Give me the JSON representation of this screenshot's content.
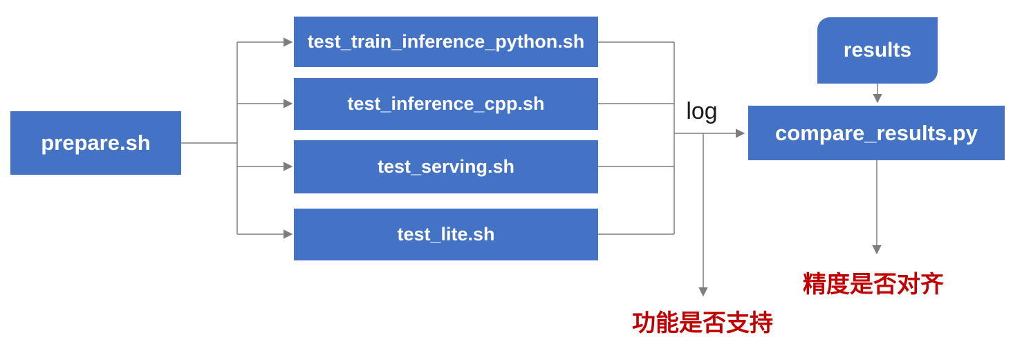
{
  "diagram": {
    "nodes": {
      "prepare": {
        "label": "prepare.sh"
      },
      "tests": [
        {
          "label": "test_train_inference_python.sh"
        },
        {
          "label": "test_inference_cpp.sh"
        },
        {
          "label": "test_serving.sh"
        },
        {
          "label": "test_lite.sh"
        }
      ],
      "results": {
        "label": "results"
      },
      "compare": {
        "label": "compare_results.py"
      }
    },
    "labels": {
      "log": "log",
      "function_support": "功能是否支持",
      "precision_aligned": "精度是否对齐"
    },
    "edges": [
      {
        "from": "prepare.sh",
        "to": "test_train_inference_python.sh"
      },
      {
        "from": "prepare.sh",
        "to": "test_inference_cpp.sh"
      },
      {
        "from": "prepare.sh",
        "to": "test_serving.sh"
      },
      {
        "from": "prepare.sh",
        "to": "test_lite.sh"
      },
      {
        "from": "test scripts",
        "to": "compare_results.py",
        "label": "log"
      },
      {
        "from": "test scripts log",
        "to": "功能是否支持"
      },
      {
        "from": "results",
        "to": "compare_results.py"
      },
      {
        "from": "compare_results.py",
        "to": "精度是否对齐"
      }
    ],
    "colors": {
      "node_fill": "#4472C4",
      "node_text": "#ffffff",
      "connector": "#7d7d7d",
      "annotation_text": "#C00000",
      "log_text": "#1a1a1a"
    }
  }
}
